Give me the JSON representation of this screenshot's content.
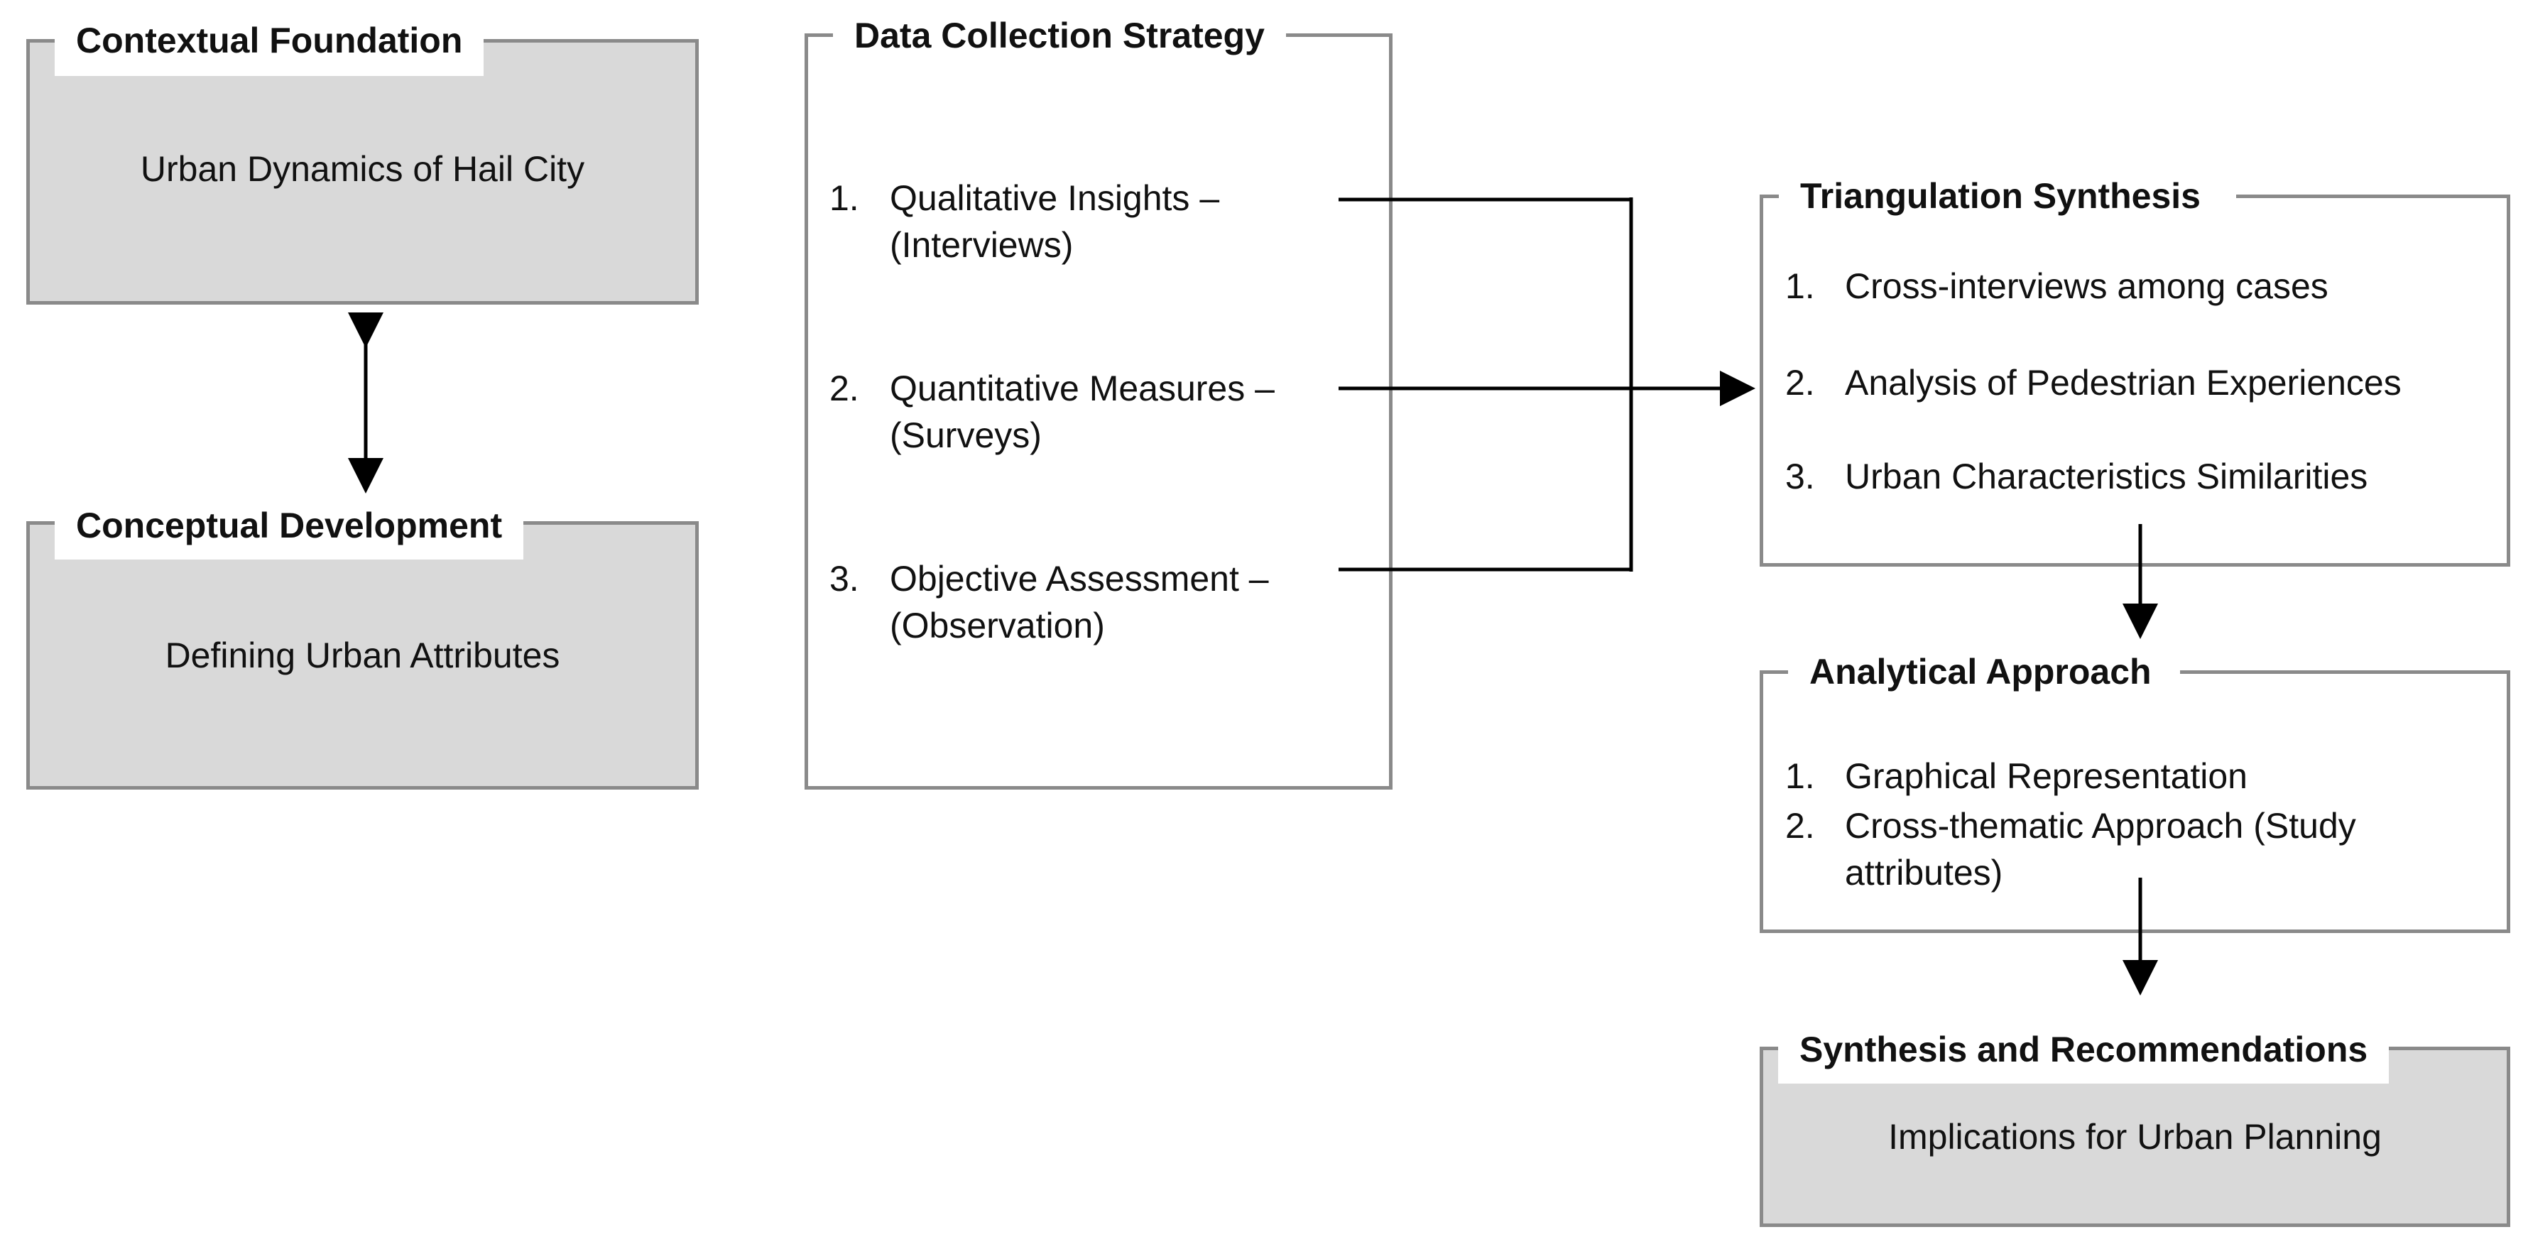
{
  "contextual": {
    "title": "Contextual Foundation",
    "body": "Urban Dynamics of Hail City"
  },
  "conceptual": {
    "title": "Conceptual Development",
    "body": "Defining Urban Attributes"
  },
  "data_collection": {
    "title": "Data Collection Strategy",
    "items": [
      {
        "num": "1.",
        "line1": "Qualitative Insights –",
        "line2": "(Interviews)"
      },
      {
        "num": "2.",
        "line1": "Quantitative Measures –",
        "line2": "(Surveys)"
      },
      {
        "num": "3.",
        "line1": "Objective Assessment –",
        "line2": "(Observation)"
      }
    ]
  },
  "triangulation": {
    "title": "Triangulation Synthesis",
    "items": [
      {
        "num": "1.",
        "text": "Cross-interviews among cases"
      },
      {
        "num": "2.",
        "text": "Analysis of Pedestrian Experiences"
      },
      {
        "num": "3.",
        "text": "Urban Characteristics Similarities"
      }
    ]
  },
  "analytical": {
    "title": "Analytical Approach",
    "items": [
      {
        "num": "1.",
        "line1": "Graphical Representation",
        "line2": ""
      },
      {
        "num": "2.",
        "line1": "Cross-thematic Approach (Study",
        "line2": "attributes)"
      }
    ]
  },
  "synthesis": {
    "title": "Synthesis and Recommendations",
    "body": "Implications for Urban Planning"
  }
}
